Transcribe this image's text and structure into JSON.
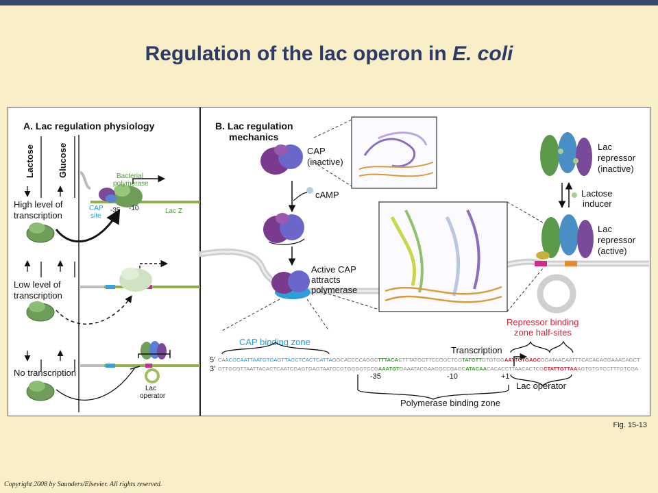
{
  "title_main": "Regulation of the lac operon in ",
  "title_species": "E. coli",
  "fig_label": "Fig. 15-13",
  "copyright": "Copyright 2008 by Saunders/Elsevier. All rights reserved.",
  "panel_a": {
    "heading": "A. Lac regulation physiology",
    "lactose": "Lactose",
    "glucose": "Glucose",
    "high_l1": "High level of",
    "high_l2": "transcription",
    "low_l1": "Low level of",
    "low_l2": "transcription",
    "no_tx": "No transcription",
    "bact_l1": "Bacterial",
    "bact_l2": "polymerase",
    "cap_l1": "CAP",
    "cap_l2": "site",
    "m35": "-35",
    "m10": "-10",
    "lacz": "Lac Z",
    "lacop_l1": "Lac",
    "lacop_l2": "operator"
  },
  "panel_b": {
    "heading_l1": "B. Lac regulation",
    "heading_l2": "mechanics",
    "cap_inactive_l1": "CAP",
    "cap_inactive_l2": "(inactive)",
    "camp": "cAMP",
    "active_l1": "Active CAP",
    "active_l2": "attracts",
    "active_l3": "polymerase",
    "rep_inactive_l1": "Lac",
    "rep_inactive_l2": "repressor",
    "rep_inactive_l3": "(inactive)",
    "inducer_l1": "Lactose",
    "inducer_l2": "inducer",
    "rep_active_l1": "Lac",
    "rep_active_l2": "repressor",
    "rep_active_l3": "(active)",
    "rbz_l1": "Repressor binding",
    "rbz_l2": "zone half-sites",
    "cap_zone": "CAP binding zone",
    "transcription": "Transcription",
    "five": "5'",
    "three": "3'",
    "top_seq": {
      "a": "CAA",
      "b": "CGCAATTAATGTGAGTTAGCTCACTCATTAG",
      "c": "GCACCCCAGGC",
      "d": "TTTACA",
      "e": "CTTTATGCTTCCGGCTCG",
      "f": "TATGTT",
      "g": "GTGTGG",
      "h": "AATTGTGAGC",
      "i": "GGATAACAATTTCACACAGGAAACAGCT"
    },
    "bot_seq": {
      "a": "GTTGCGTTAATTACACTCAATCGAGTGAGTAATCCGTGGGGTCCG",
      "b": "AAATGT",
      "c": "GAAATACGAAGGCCGAGC",
      "d": "ATACAA",
      "e": "CACACCTTAACACTCG",
      "f": "CTATTGTTAA",
      "g": "AGTGTGTCCTTTGTCGA"
    },
    "m35": "-35",
    "m10": "-10",
    "p1": "+1",
    "lac_operator": "Lac operator",
    "pol_zone": "Polymerase binding zone"
  }
}
